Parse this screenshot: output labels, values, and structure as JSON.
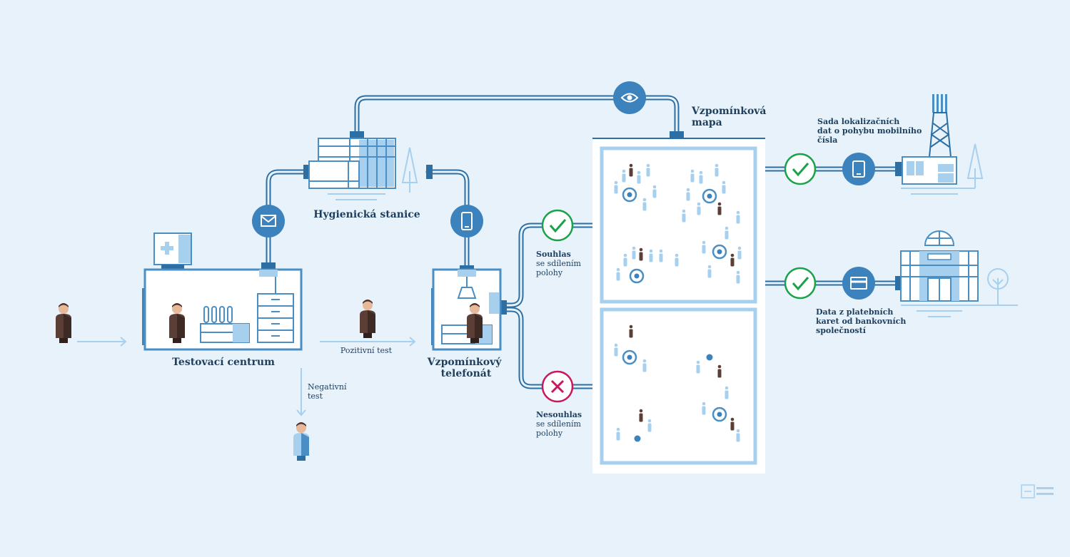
{
  "colors": {
    "background": "#e7f2fb",
    "pipe": "#4a8ec3",
    "pipe_dark": "#2d6fa3",
    "light_blue": "#a7d0ee",
    "node": "#3c82bd",
    "text": "#1d3e5c",
    "consent_green": "#1aa24a",
    "reject_red": "#c8175c",
    "person_dark": "#5b3f36"
  },
  "labels": {
    "hygiene_station": "Hygienická stanice",
    "test_center": "Testovací centrum",
    "memory_call": [
      "Vzpomínkový",
      "telefonát"
    ],
    "memory_map": [
      "Vzpomínková",
      "mapa"
    ],
    "positive_test": "Pozitivní test",
    "negative_test": [
      "Negativní",
      "test"
    ],
    "consent": [
      "Souhlas",
      "se sdílením",
      "polohy"
    ],
    "no_consent": [
      "Nesouhlas",
      "se sdílením",
      "polohy"
    ],
    "mobile_data": [
      "Sada lokalizačních",
      "dat o pohybu mobilního",
      "čísla"
    ],
    "card_data": [
      "Data z platebních",
      "karet od bankovních",
      "společností"
    ]
  },
  "icons": {
    "email_node": "envelope-icon",
    "phone_node": "smartphone-icon",
    "eye_node": "eye-icon",
    "consent_mark": "check-icon",
    "reject_mark": "cross-icon",
    "mobile_node": "tablet-icon",
    "card_node": "credit-card-icon"
  }
}
